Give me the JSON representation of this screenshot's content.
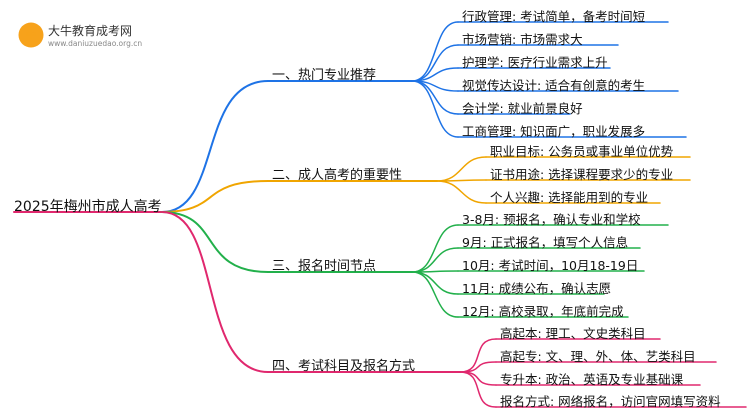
{
  "logo": {
    "title": "大牛教育成考网",
    "url": "www.daniuzuedao.org.cn"
  },
  "colors": {
    "blue": "#1e73e6",
    "orange": "#f0a500",
    "green": "#22b04b",
    "pink": "#e0286e",
    "root_line": "#e0286e"
  },
  "mindmap": {
    "root": "2025年梅州市成人高考",
    "branches": [
      {
        "label": "一、热门专业推荐",
        "color": "blue",
        "leaves": [
          "行政管理: 考试简单，备考时间短",
          "市场营销: 市场需求大",
          "护理学: 医疗行业需求上升",
          "视觉传达设计: 适合有创意的考生",
          "会计学: 就业前景良好",
          "工商管理: 知识面广，职业发展多"
        ]
      },
      {
        "label": "二、成人高考的重要性",
        "color": "orange",
        "leaves": [
          "职业目标: 公务员或事业单位优势",
          "证书用途: 选择课程要求少的专业",
          "个人兴趣: 选择能用到的专业"
        ]
      },
      {
        "label": "三、报名时间节点",
        "color": "green",
        "leaves": [
          "3-8月: 预报名，确认专业和学校",
          "9月: 正式报名，填写个人信息",
          "10月: 考试时间，10月18-19日",
          "11月: 成绩公布，确认志愿",
          "12月: 高校录取，年底前完成"
        ]
      },
      {
        "label": "四、考试科目及报名方式",
        "color": "pink",
        "leaves": [
          "高起本: 理工、文史类科目",
          "高起专: 文、理、外、体、艺类科目",
          "专升本: 政治、英语及专业基础课",
          "报名方式: 网络报名，访问官网填写资料"
        ]
      }
    ]
  }
}
